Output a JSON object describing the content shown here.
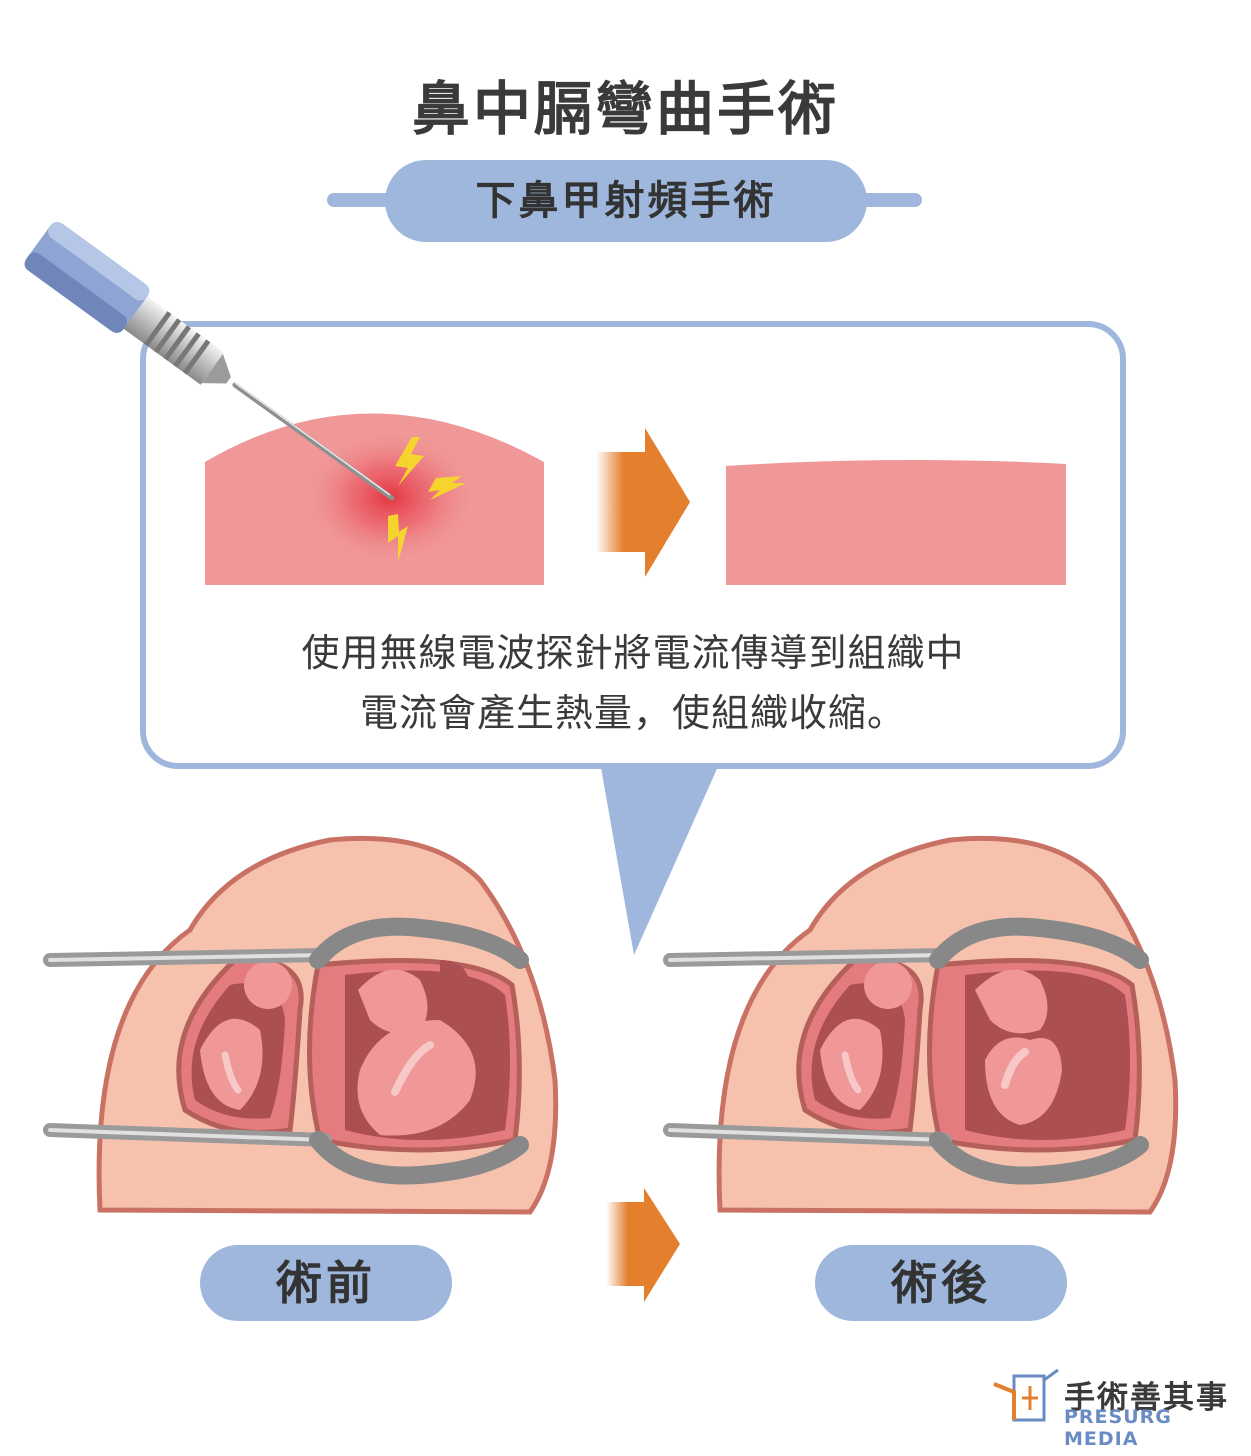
{
  "header": {
    "title": "鼻中膈彎曲手術",
    "subtitle": "下鼻甲射頻手術"
  },
  "panel": {
    "description_line1": "使用無線電波探針將電流傳導到組織中",
    "description_line2": "電流會產生熱量，使組織收縮。"
  },
  "stages": {
    "before_label": "術前",
    "after_label": "術後"
  },
  "brand": {
    "name_cn": "手術善其事",
    "name_en": "PRESURG MEDIA"
  },
  "colors": {
    "accent_blue": "#9fb7dd",
    "arrow_orange": "#e47f2e",
    "tissue_pink": "#f09898",
    "skin": "#f6c2ae",
    "lightning": "#f6d42e"
  }
}
